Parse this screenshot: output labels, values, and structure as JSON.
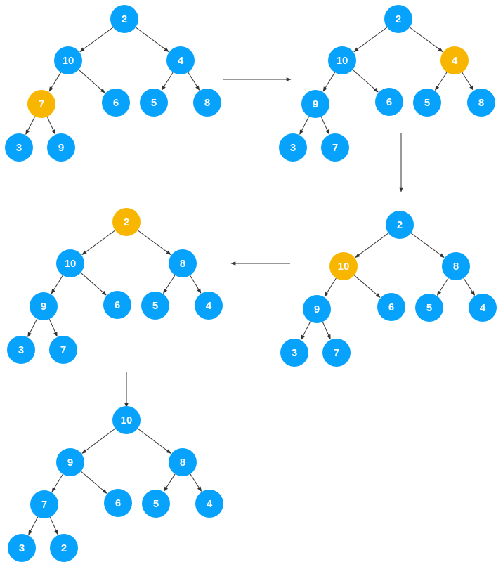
{
  "colors": {
    "normal": "#06A2FB",
    "highlight": "#F8B600",
    "edge": "#333333",
    "label": "#ffffff"
  },
  "trees": [
    {
      "name": "step-1",
      "nodes": [
        "2",
        "10",
        "4",
        "7",
        "6",
        "5",
        "8",
        "3",
        "9"
      ],
      "highlight": 3
    },
    {
      "name": "step-2",
      "nodes": [
        "2",
        "10",
        "4",
        "9",
        "6",
        "5",
        "8",
        "3",
        "7"
      ],
      "highlight": 2
    },
    {
      "name": "step-3",
      "nodes": [
        "2",
        "10",
        "8",
        "9",
        "6",
        "5",
        "4",
        "3",
        "7"
      ],
      "highlight": 1
    },
    {
      "name": "step-4",
      "nodes": [
        "2",
        "10",
        "8",
        "9",
        "6",
        "5",
        "4",
        "3",
        "7"
      ],
      "highlight": 0
    },
    {
      "name": "step-5",
      "nodes": [
        "10",
        "9",
        "8",
        "7",
        "6",
        "5",
        "4",
        "3",
        "2"
      ],
      "highlight": -1
    }
  ]
}
